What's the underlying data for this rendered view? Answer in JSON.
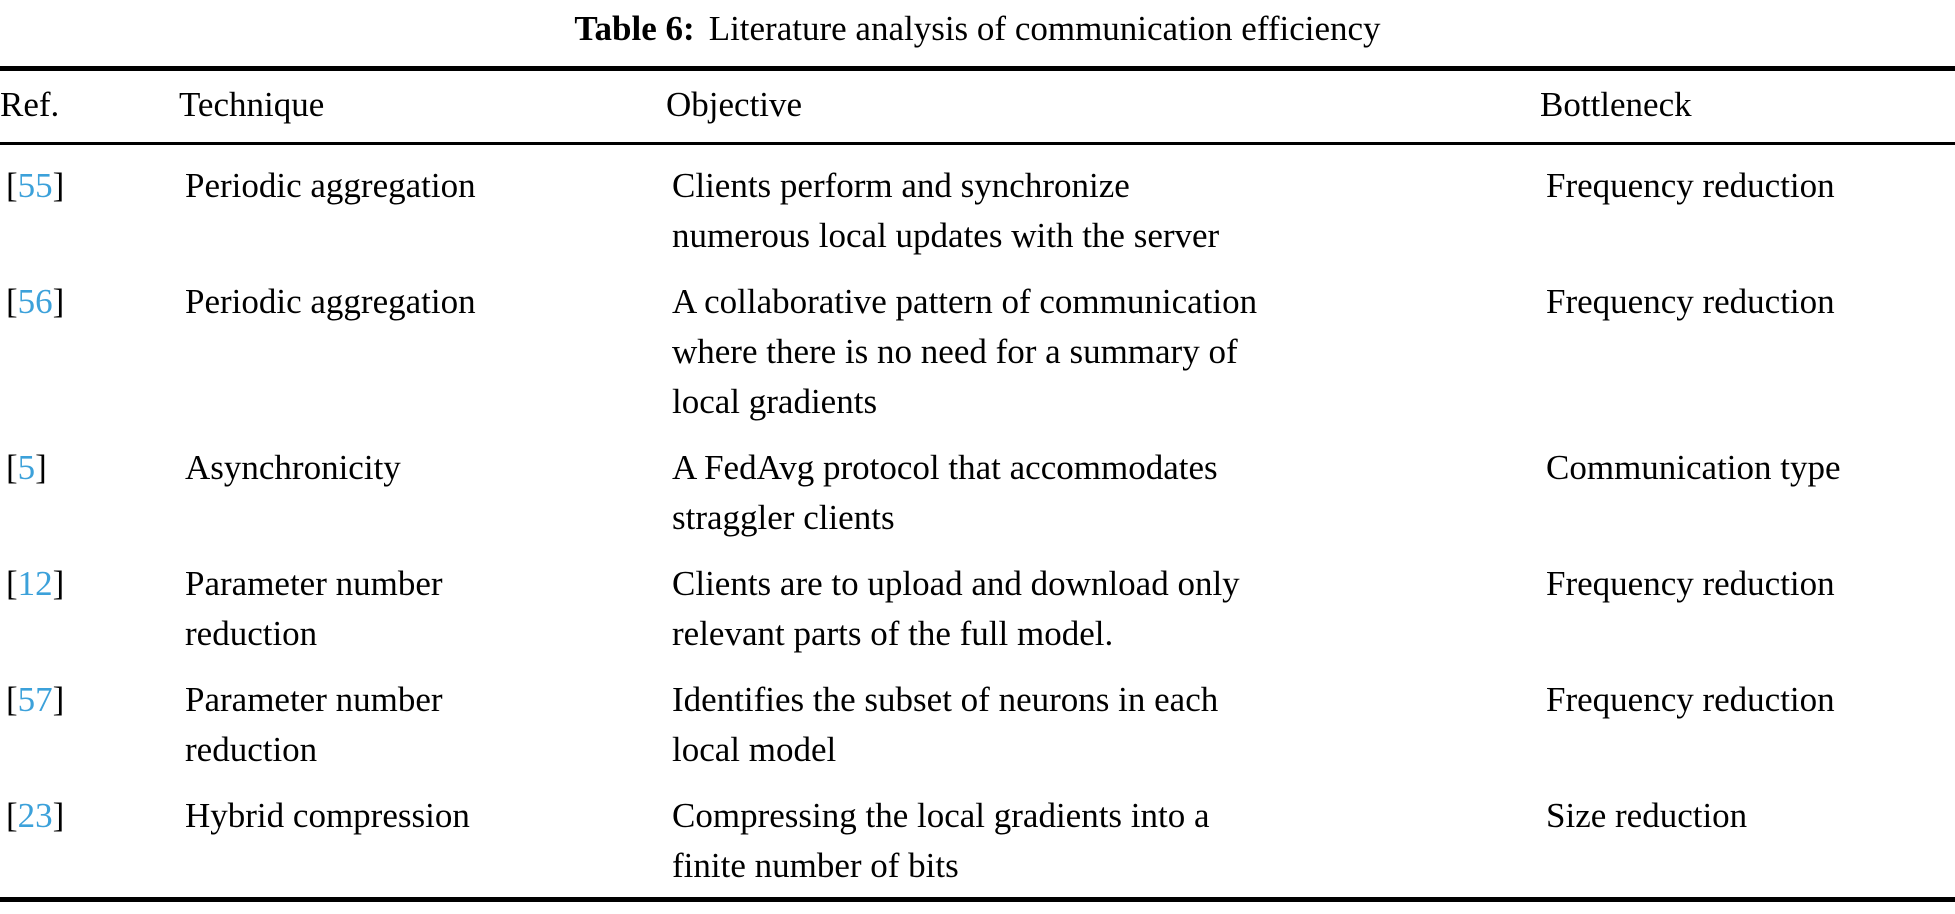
{
  "caption": {
    "label": "Table 6:",
    "text": "Literature analysis of communication efficiency"
  },
  "accent_color": "#3CA1DA",
  "table": {
    "bracket_open": "[",
    "bracket_close": "]",
    "headers": {
      "ref": "Ref.",
      "technique": "Technique",
      "objective": "Objective",
      "bottleneck": "Bottleneck"
    },
    "rows": [
      {
        "ref": "55",
        "technique_lines": [
          "Periodic aggregation"
        ],
        "objective_lines": [
          "Clients perform and synchronize",
          "numerous local updates with the server"
        ],
        "bottleneck": "Frequency reduction"
      },
      {
        "ref": "56",
        "technique_lines": [
          "Periodic aggregation"
        ],
        "objective_lines": [
          "A collaborative pattern of communication",
          "where there is no need for a summary of",
          "local gradients"
        ],
        "bottleneck": "Frequency reduction"
      },
      {
        "ref": "5",
        "technique_lines": [
          "Asynchronicity"
        ],
        "objective_lines": [
          "A FedAvg protocol that accommodates",
          "straggler clients"
        ],
        "bottleneck": "Communication type"
      },
      {
        "ref": "12",
        "technique_lines": [
          "Parameter number",
          "reduction"
        ],
        "objective_lines": [
          "Clients are to upload and download only",
          "relevant parts of the full model."
        ],
        "bottleneck": "Frequency reduction"
      },
      {
        "ref": "57",
        "technique_lines": [
          "Parameter number",
          "reduction"
        ],
        "objective_lines": [
          "Identifies the subset of neurons in each",
          "local model"
        ],
        "bottleneck": "Frequency reduction"
      },
      {
        "ref": "23",
        "technique_lines": [
          "Hybrid compression"
        ],
        "objective_lines": [
          "Compressing the local gradients into a",
          "finite number of bits"
        ],
        "bottleneck": "Size reduction"
      }
    ]
  }
}
